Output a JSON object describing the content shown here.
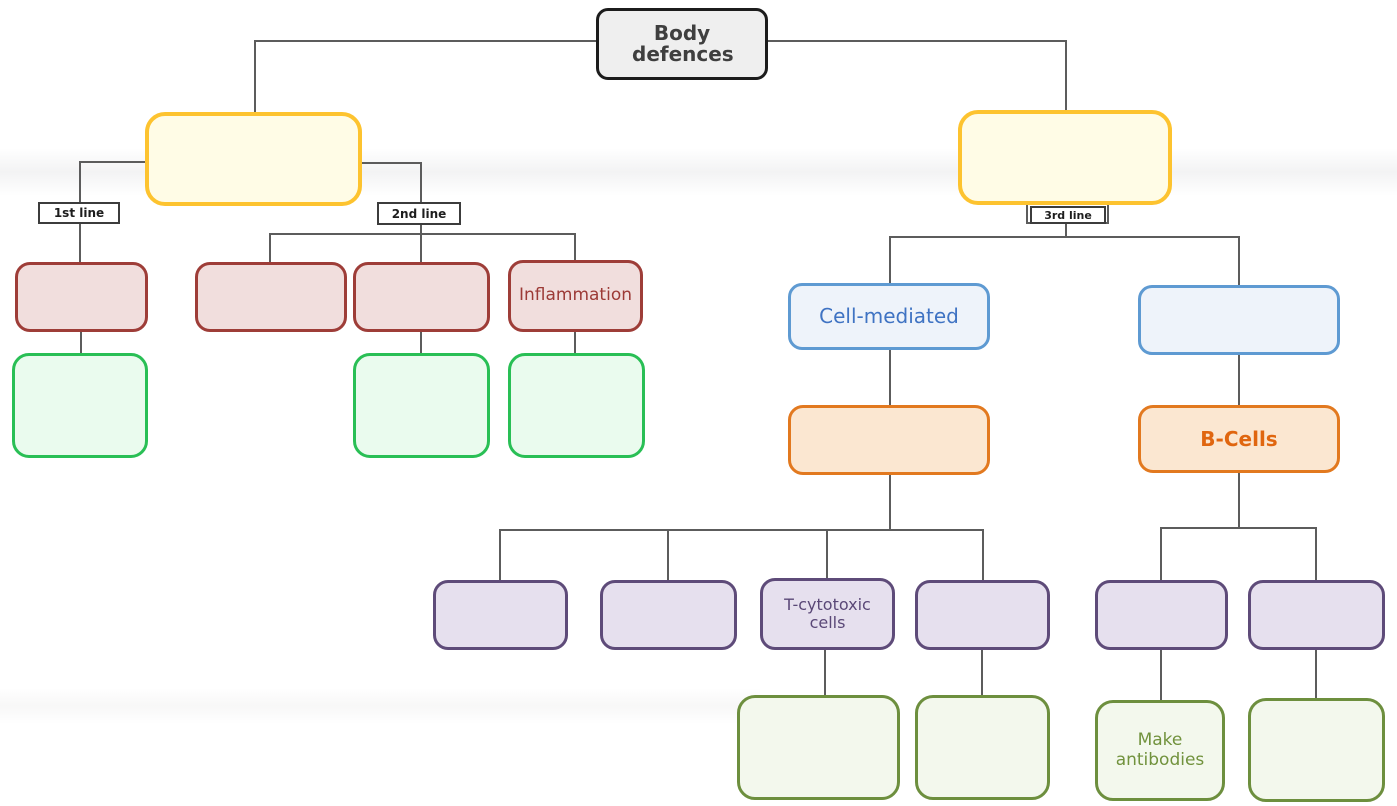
{
  "diagram": {
    "root": "Body defences",
    "line_labels": {
      "first": "1st line",
      "second": "2nd line",
      "third": "3rd line"
    },
    "nodes": {
      "inflammation": "Inflammation",
      "cell_mediated": "Cell-mediated",
      "b_cells": "B-Cells",
      "t_cytotoxic": "T-cytotoxic cells",
      "make_antibodies": "Make antibodies"
    },
    "colors": {
      "root_border": "#1c1c1c",
      "root_fill": "#efefef",
      "root_text": "#3f3f3f",
      "yellow_border": "#fdc32f",
      "yellow_fill": "#fffce6",
      "red_border": "#9e3d38",
      "red_fill": "#f1dedd",
      "red_text": "#9c3a36",
      "green_border": "#29bf55",
      "green_fill": "#eafbee",
      "blue_border": "#5e9ad2",
      "blue_fill": "#eef3fa",
      "blue_text": "#3f73c3",
      "orange_border": "#e2791f",
      "orange_fill": "#fbe7d1",
      "orange_text": "#e0660f",
      "purple_border": "#5e4b79",
      "purple_fill": "#e6e0ee",
      "purple_text": "#5a4877",
      "olive_border": "#6d8f3e",
      "olive_fill": "#f3f8ed",
      "olive_text": "#71923d",
      "connector": "#5c5c5c",
      "label_border": "#3c3c3c"
    }
  }
}
